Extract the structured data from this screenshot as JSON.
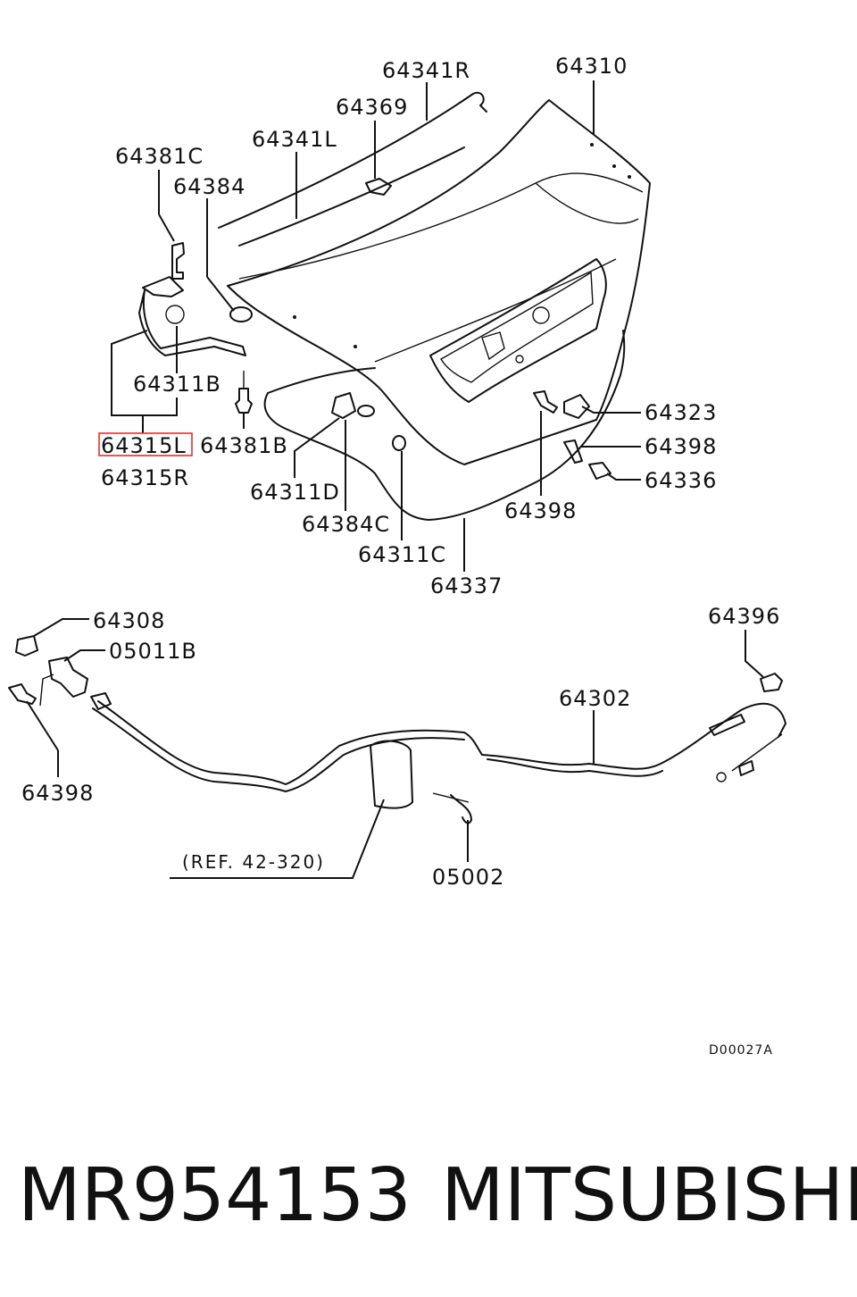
{
  "diagram": {
    "labels": {
      "l64341R": "64341R",
      "l64310": "64310",
      "l64369": "64369",
      "l64341L": "64341L",
      "l64381C": "64381C",
      "l64384": "64384",
      "l64311B": "64311B",
      "l64315L": "64315L",
      "l64315R": "64315R",
      "l64381B": "64381B",
      "l64311D": "64311D",
      "l64384C": "64384C",
      "l64311C": "64311C",
      "l64337": "64337",
      "l64323": "64323",
      "l64398a": "64398",
      "l64336": "64336",
      "l64398b": "64398",
      "l64308": "64308",
      "l05011B": "05011B",
      "l64398c": "64398",
      "l64396": "64396",
      "l64302": "64302",
      "ref": "(REF. 42-320)",
      "l05002": "05002"
    },
    "drawing_code": "D00027A",
    "highlight_color": "#e03030"
  },
  "footer": {
    "part_number": "MR954153",
    "brand": "MITSUBISHI"
  }
}
